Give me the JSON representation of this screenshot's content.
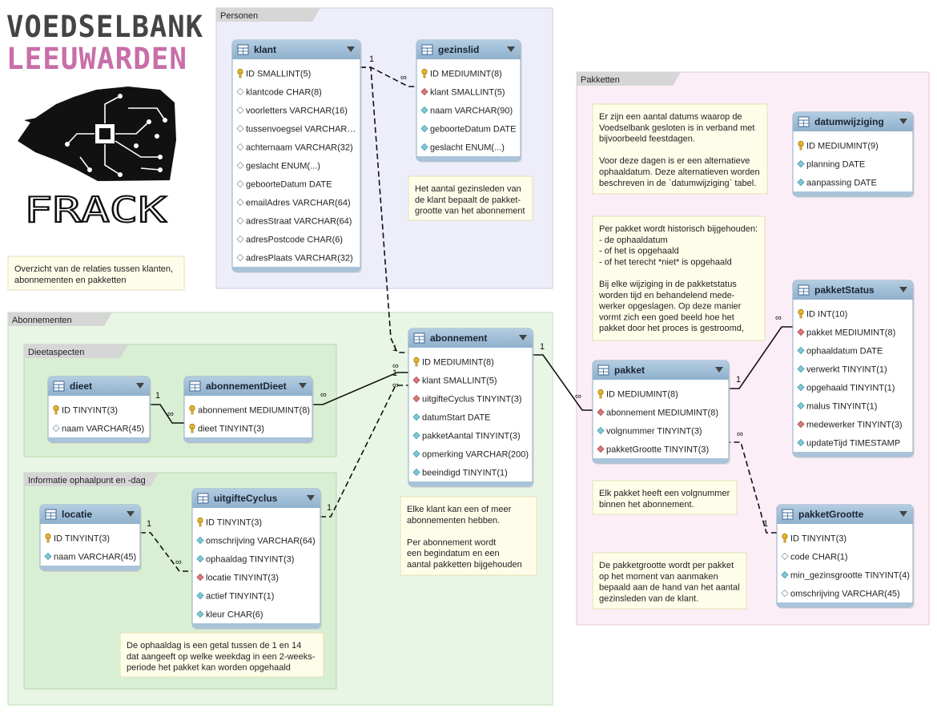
{
  "logo": {
    "line1": "VOEDSELBANK",
    "line2": "LEEUWARDEN",
    "mark": "FRACK"
  },
  "colors": {
    "personen_bg": "#eeeefb",
    "abonnementen_bg": "#e9f6e6",
    "sub_bg": "#d9efd4",
    "pakketten_bg": "#fceef7",
    "header": "#9bbad4",
    "note_bg": "#fdfdea",
    "logo_accent": "#c86ea8"
  },
  "groups": [
    {
      "id": "personen",
      "label": "Personen"
    },
    {
      "id": "abonnementen",
      "label": "Abonnementen"
    },
    {
      "id": "dieetaspecten",
      "label": "Dieetaspecten"
    },
    {
      "id": "informatie",
      "label": "Informatie ophaalpunt en -dag"
    },
    {
      "id": "pakketten",
      "label": "Pakketten"
    }
  ],
  "tables": [
    {
      "id": "klant",
      "name": "klant",
      "fields": [
        {
          "icon": "key",
          "text": "ID SMALLINT(5)"
        },
        {
          "icon": "hollow",
          "text": "klantcode CHAR(8)"
        },
        {
          "icon": "hollow",
          "text": "voorletters VARCHAR(16)"
        },
        {
          "icon": "hollow",
          "text": "tussenvoegsel VARCHAR…"
        },
        {
          "icon": "hollow",
          "text": "achternaam VARCHAR(32)"
        },
        {
          "icon": "hollow",
          "text": "geslacht ENUM(...)"
        },
        {
          "icon": "hollow",
          "text": "geboorteDatum DATE"
        },
        {
          "icon": "hollow",
          "text": "emailAdres VARCHAR(64)"
        },
        {
          "icon": "hollow",
          "text": "adresStraat VARCHAR(64)"
        },
        {
          "icon": "hollow",
          "text": "adresPostcode CHAR(6)"
        },
        {
          "icon": "hollow",
          "text": "adresPlaats VARCHAR(32)"
        }
      ]
    },
    {
      "id": "gezinslid",
      "name": "gezinslid",
      "fields": [
        {
          "icon": "key",
          "text": "ID MEDIUMINT(8)"
        },
        {
          "icon": "fk",
          "text": "klant SMALLINT(5)"
        },
        {
          "icon": "col",
          "text": "naam VARCHAR(90)"
        },
        {
          "icon": "col",
          "text": "geboorteDatum DATE"
        },
        {
          "icon": "col",
          "text": "geslacht ENUM(...)"
        }
      ]
    },
    {
      "id": "dieet",
      "name": "dieet",
      "fields": [
        {
          "icon": "key",
          "text": "ID TINYINT(3)"
        },
        {
          "icon": "hollow",
          "text": "naam VARCHAR(45)"
        }
      ]
    },
    {
      "id": "abonnementDieet",
      "name": "abonnementDieet",
      "fields": [
        {
          "icon": "key",
          "text": "abonnement MEDIUMINT(8)"
        },
        {
          "icon": "key",
          "text": "dieet TINYINT(3)"
        }
      ]
    },
    {
      "id": "abonnement",
      "name": "abonnement",
      "fields": [
        {
          "icon": "key",
          "text": "ID MEDIUMINT(8)"
        },
        {
          "icon": "fk",
          "text": "klant SMALLINT(5)"
        },
        {
          "icon": "fk",
          "text": "uitgifteCyclus TINYINT(3)"
        },
        {
          "icon": "col",
          "text": "datumStart DATE"
        },
        {
          "icon": "col",
          "text": "pakketAantal TINYINT(3)"
        },
        {
          "icon": "col",
          "text": "opmerking VARCHAR(200)"
        },
        {
          "icon": "col",
          "text": "beeindigd TINYINT(1)"
        }
      ]
    },
    {
      "id": "locatie",
      "name": "locatie",
      "fields": [
        {
          "icon": "key",
          "text": "ID TINYINT(3)"
        },
        {
          "icon": "col",
          "text": "naam VARCHAR(45)"
        }
      ]
    },
    {
      "id": "uitgifteCyclus",
      "name": "uitgifteCyclus",
      "fields": [
        {
          "icon": "key",
          "text": "ID TINYINT(3)"
        },
        {
          "icon": "col",
          "text": "omschrijving VARCHAR(64)"
        },
        {
          "icon": "col",
          "text": "ophaaldag TINYINT(3)"
        },
        {
          "icon": "fk",
          "text": "locatie TINYINT(3)"
        },
        {
          "icon": "col",
          "text": "actief TINYINT(1)"
        },
        {
          "icon": "col",
          "text": "kleur CHAR(6)"
        }
      ]
    },
    {
      "id": "pakket",
      "name": "pakket",
      "fields": [
        {
          "icon": "key",
          "text": "ID MEDIUMINT(8)"
        },
        {
          "icon": "fk",
          "text": "abonnement MEDIUMINT(8)"
        },
        {
          "icon": "col",
          "text": "volgnummer TINYINT(3)"
        },
        {
          "icon": "fk",
          "text": "pakketGrootte TINYINT(3)"
        }
      ]
    },
    {
      "id": "datumwijziging",
      "name": "datumwijziging",
      "fields": [
        {
          "icon": "key",
          "text": "ID MEDIUMINT(9)"
        },
        {
          "icon": "col",
          "text": "planning DATE"
        },
        {
          "icon": "col",
          "text": "aanpassing DATE"
        }
      ]
    },
    {
      "id": "pakketStatus",
      "name": "pakketStatus",
      "fields": [
        {
          "icon": "key",
          "text": "ID INT(10)"
        },
        {
          "icon": "fk",
          "text": "pakket MEDIUMINT(8)"
        },
        {
          "icon": "col",
          "text": "ophaaldatum DATE"
        },
        {
          "icon": "col",
          "text": "verwerkt TINYINT(1)"
        },
        {
          "icon": "col",
          "text": "opgehaald TINYINT(1)"
        },
        {
          "icon": "col",
          "text": "malus TINYINT(1)"
        },
        {
          "icon": "fk",
          "text": "medewerker TINYINT(3)"
        },
        {
          "icon": "col",
          "text": "updateTijd TIMESTAMP"
        }
      ]
    },
    {
      "id": "pakketGrootte",
      "name": "pakketGrootte",
      "fields": [
        {
          "icon": "key",
          "text": "ID TINYINT(3)"
        },
        {
          "icon": "hollow",
          "text": "code CHAR(1)"
        },
        {
          "icon": "col",
          "text": "min_gezinsgrootte TINYINT(4)"
        },
        {
          "icon": "hollow",
          "text": "omschrijving VARCHAR(45)"
        }
      ]
    }
  ],
  "notes": [
    {
      "id": "overzicht",
      "lines": [
        "Overzicht van de relaties tussen klanten,",
        "abonnementen en pakketten"
      ]
    },
    {
      "id": "gezinsleden",
      "lines": [
        "Het aantal gezinsleden van",
        "de klant bepaalt de pakket-",
        "grootte van het abonnement"
      ]
    },
    {
      "id": "datums",
      "lines": [
        "Er zijn een aantal datums waarop de",
        "Voedselbank gesloten is in verband met",
        "bijvoorbeeld feestdagen.",
        "",
        "Voor deze dagen is er een alternatieve",
        "ophaaldatum. Deze alternatieven worden",
        "beschreven in de `datumwijziging` tabel."
      ]
    },
    {
      "id": "historie",
      "lines": [
        "Per pakket wordt historisch bijgehouden:",
        "- de ophaaldatum",
        "- of het is opgehaald",
        "- of het terecht *niet* is opgehaald",
        "",
        "Bij elke wijziging in de pakketstatus",
        "worden tijd en behandelend mede-",
        "werker opgeslagen. Op deze manier",
        "vormt zich een goed beeld hoe het",
        "pakket door het proces is gestroomd,"
      ]
    },
    {
      "id": "volgnummer",
      "lines": [
        "Elk pakket heeft een volgnummer",
        "binnen het abonnement."
      ]
    },
    {
      "id": "abonnementen_note",
      "lines": [
        "Elke klant kan een of meer",
        "abonnementen hebben.",
        "",
        "Per abonnement wordt",
        "een begindatum en een",
        "aantal pakketten bijgehouden"
      ]
    },
    {
      "id": "pakketgrootte_note",
      "lines": [
        "De pakketgrootte wordt per pakket",
        "op het moment van aanmaken",
        "bepaald aan de hand van het aantal",
        "gezinsleden van de klant."
      ]
    },
    {
      "id": "ophaaldag",
      "lines": [
        "De ophaaldag is een getal tussen de 1 en 14",
        "dat aangeeft op welke weekdag in een 2-weeks-",
        "periode het pakket kan worden opgehaald"
      ]
    }
  ],
  "relations": [
    {
      "from": "klant",
      "to": "gezinslid",
      "one": "1",
      "many": "∞"
    },
    {
      "from": "klant",
      "to": "abonnement",
      "one": "1",
      "many": "∞"
    },
    {
      "from": "abonnement",
      "to": "abonnementDieet",
      "one": "1",
      "many": "∞"
    },
    {
      "from": "dieet",
      "to": "abonnementDieet",
      "one": "1",
      "many": "∞"
    },
    {
      "from": "uitgifteCyclus",
      "to": "abonnement",
      "one": "1",
      "many": "∞"
    },
    {
      "from": "locatie",
      "to": "uitgifteCyclus",
      "one": "1",
      "many": "∞"
    },
    {
      "from": "abonnement",
      "to": "pakket",
      "one": "1",
      "many": "∞"
    },
    {
      "from": "pakket",
      "to": "pakketStatus",
      "one": "1",
      "many": "∞"
    },
    {
      "from": "pakketGrootte",
      "to": "pakket",
      "one": "1",
      "many": "∞"
    }
  ]
}
